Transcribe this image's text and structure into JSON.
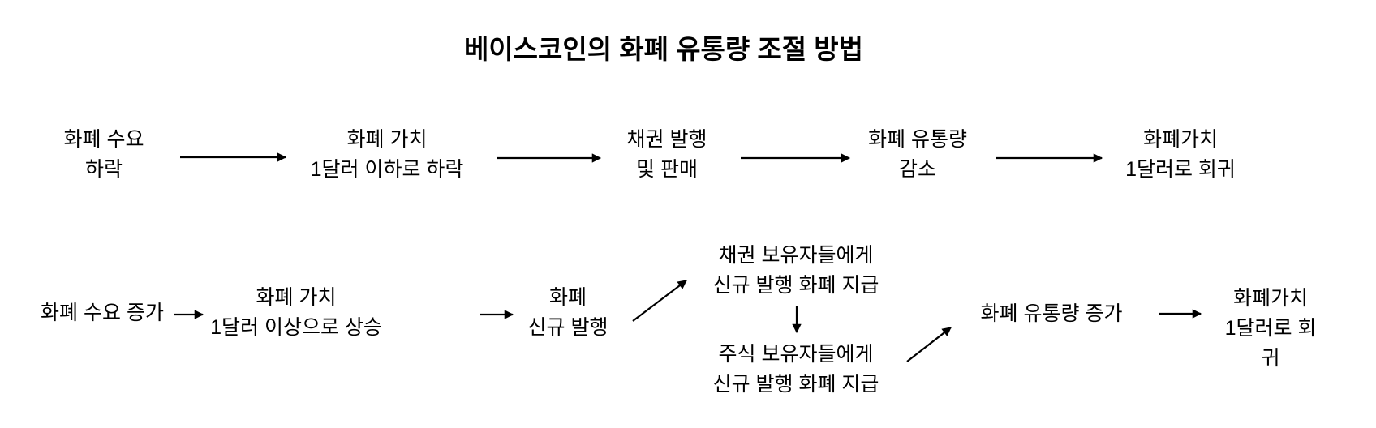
{
  "title": "베이스코인의 화폐 유통량 조절 방법",
  "colors": {
    "background": "#ffffff",
    "text": "#000000",
    "arrow": "#000000"
  },
  "flow_top": {
    "nodes": [
      {
        "label": "화폐 수요\n하락"
      },
      {
        "label": "화폐 가치\n1달러 이하로 하락"
      },
      {
        "label": "채권 발행\n및 판매"
      },
      {
        "label": "화폐 유통량\n감소"
      },
      {
        "label": "화폐가치\n1달러로 회귀"
      }
    ]
  },
  "flow_bottom": {
    "nodes": [
      {
        "label": "화폐 수요 증가"
      },
      {
        "label": "화폐 가치\n1달러 이상으로 상승"
      },
      {
        "label": "화폐\n신규 발행"
      },
      {
        "label": "채권 보유자들에게\n신규 발행 화폐 지급"
      },
      {
        "label": "주식 보유자들에게\n신규 발행 화폐 지급"
      },
      {
        "label": "화폐 유통량 증가"
      },
      {
        "label": "화폐가치\n1달러로 회귀"
      }
    ]
  }
}
